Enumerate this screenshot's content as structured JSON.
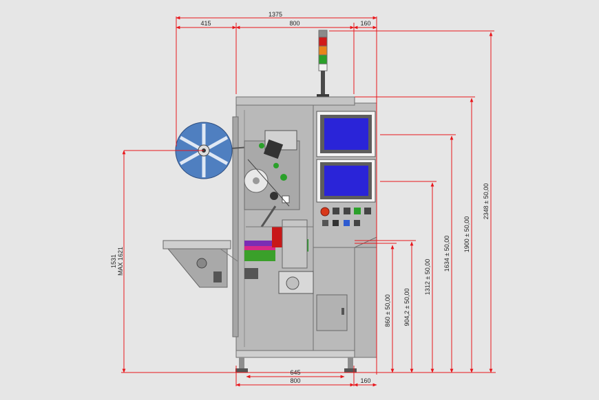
{
  "dimensions": {
    "top_total": "1375",
    "top_left": "415",
    "top_mid": "800",
    "top_right": "160",
    "bottom_mid": "645",
    "bottom_total": "800",
    "bottom_right": "160",
    "left_height": "1531",
    "left_height_max": "MAX 1621",
    "h_860": "860 ± 50,00",
    "h_904": "904,2 ± 50,00",
    "h_1312": "1312 ± 50,00",
    "h_1634": "1634 ± 50,00",
    "h_1900": "1900 ± 50,00",
    "h_2348": "2348 ± 50,00"
  },
  "colors": {
    "dimension_line": "#e8161b",
    "screen": "#2a24d8",
    "machine_body": "#b9b9b9",
    "background": "#e6e6e6"
  },
  "signal_tower": [
    "#d01a1a",
    "#e8841a",
    "#2aa02a",
    "#f2f2f2"
  ]
}
